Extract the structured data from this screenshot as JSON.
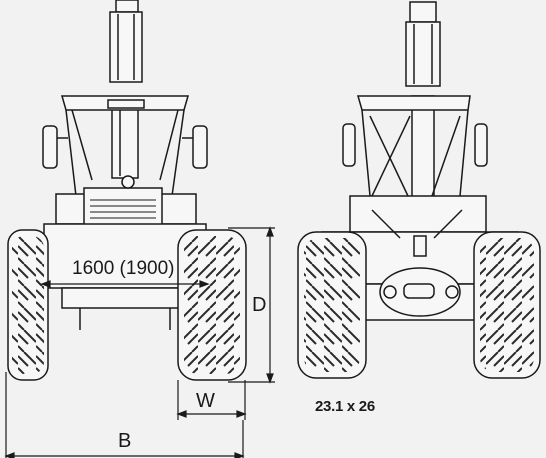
{
  "labels": {
    "track_width": "1600 (1900)",
    "dim_d": "D",
    "dim_w": "W",
    "dim_b": "B",
    "tire_size": "23.1 x 26"
  },
  "colors": {
    "background": "#f2f2f2",
    "line": "#1a1a1a",
    "tire_tread": "#2b2b2b"
  }
}
